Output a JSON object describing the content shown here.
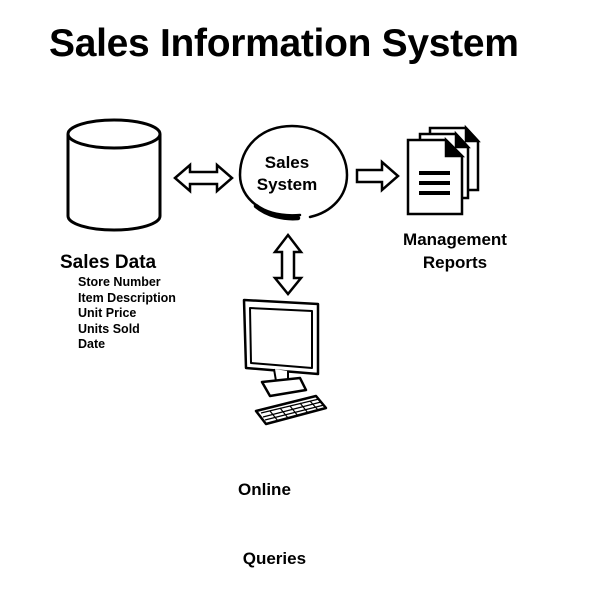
{
  "title": "Sales Information System",
  "database": {
    "label": "Sales Data",
    "fields": [
      "Store Number",
      "Item Description",
      "Unit Price",
      "Units Sold",
      "Date"
    ]
  },
  "system": {
    "line1": "Sales",
    "line2": "System"
  },
  "reports": {
    "line1": "Management",
    "line2": "Reports"
  },
  "queries": {
    "line1": "Online",
    "line2": " Queries"
  },
  "icons": {
    "database": "cylinder-database-icon",
    "reports": "document-stack-icon",
    "queries": "computer-terminal-icon"
  },
  "colors": {
    "stroke": "#000000",
    "background": "#ffffff"
  }
}
